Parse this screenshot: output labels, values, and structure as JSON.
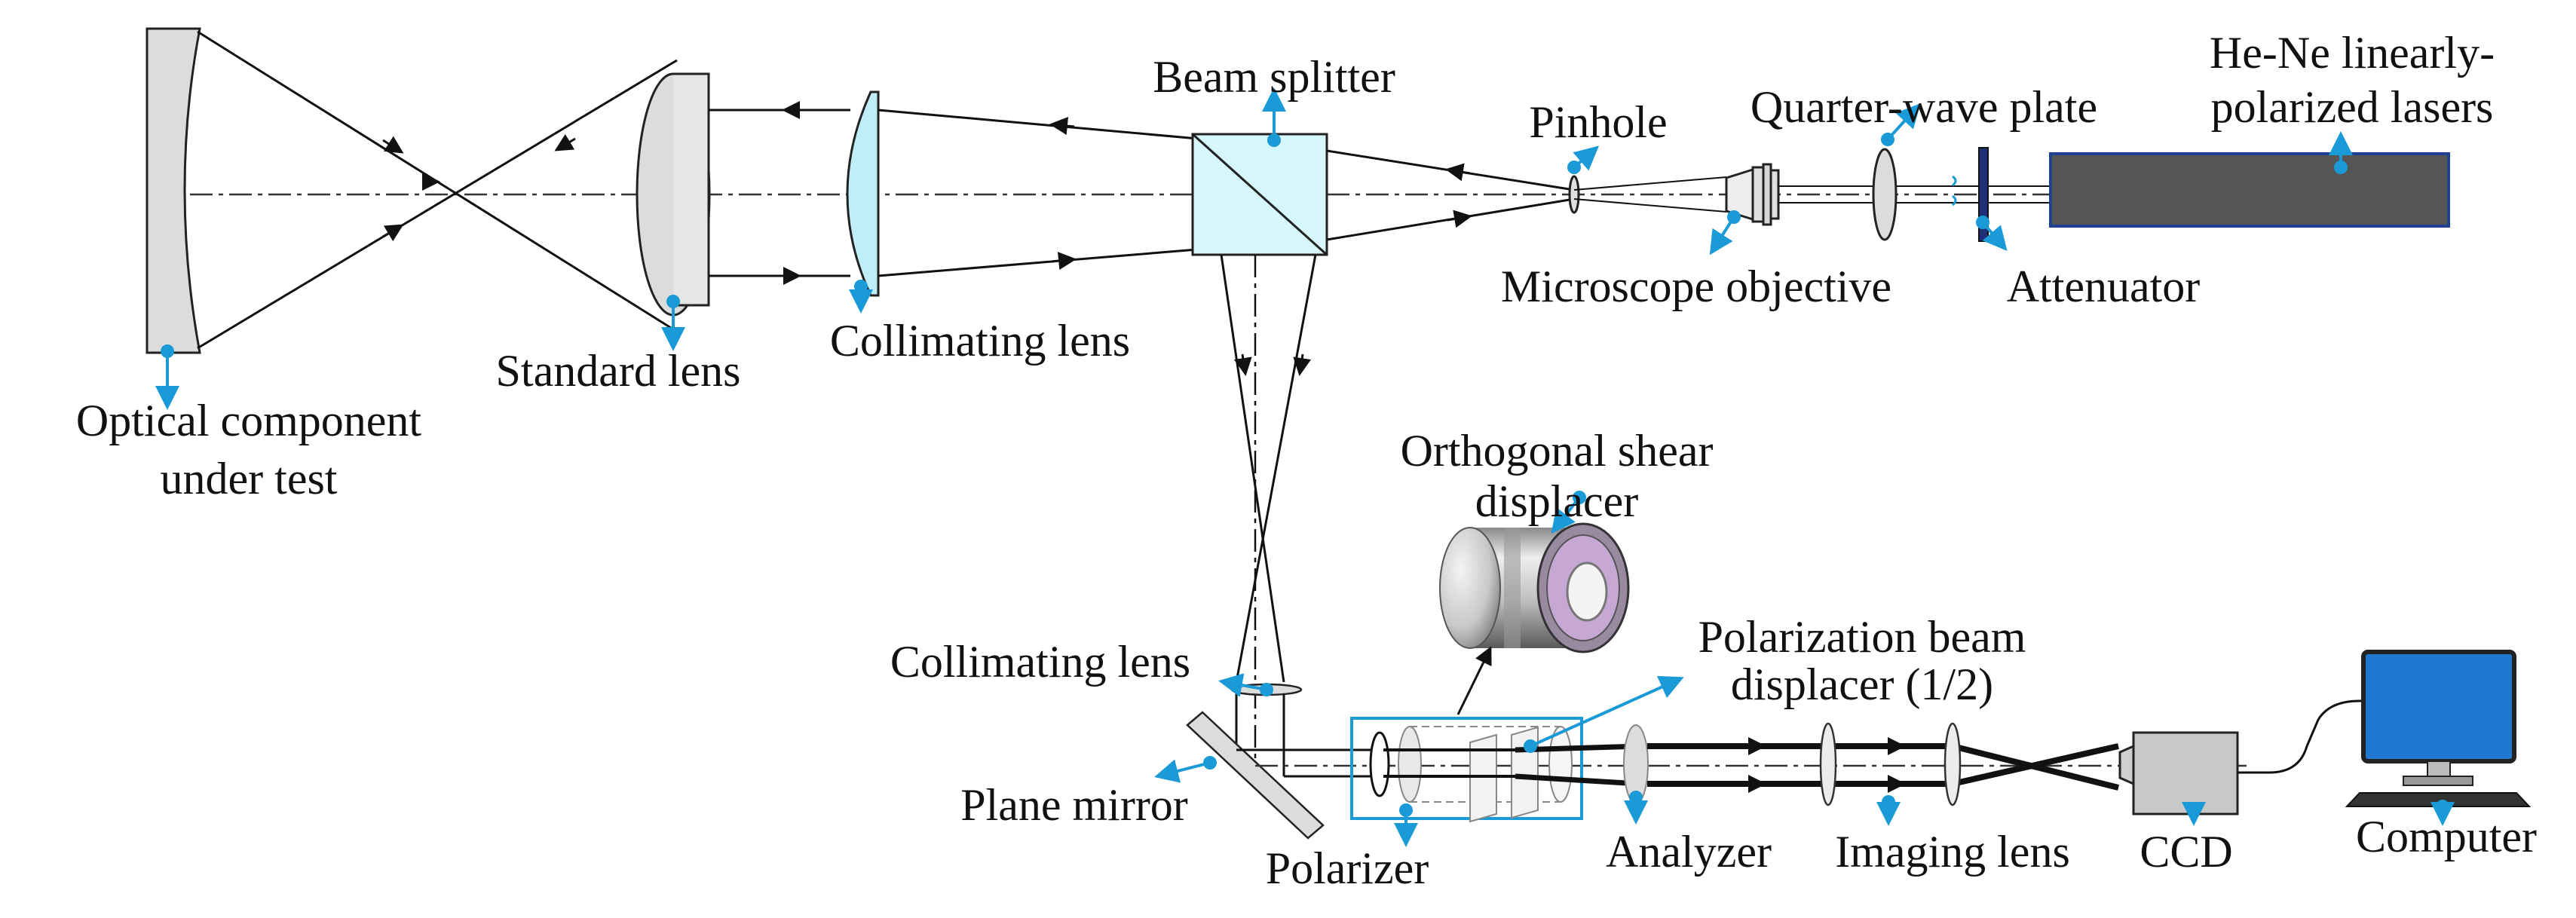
{
  "labels": {
    "optical_component_line1": "Optical component",
    "optical_component_line2": "under test",
    "standard_lens": "Standard lens",
    "collimating_lens_top": "Collimating lens",
    "beam_splitter": "Beam splitter",
    "pinhole": "Pinhole",
    "quarter_wave_plate": "Quarter-wave plate",
    "laser_line1": "He-Ne linearly-",
    "laser_line2": "polarized lasers",
    "microscope_objective": "Microscope objective",
    "attenuator": "Attenuator",
    "shear_displacer_line1": "Orthogonal shear",
    "shear_displacer_line2": "displacer",
    "pbd_line1": "Polarization beam",
    "pbd_line2": "displacer (1/2)",
    "collimating_lens_bottom": "Collimating lens",
    "plane_mirror": "Plane mirror",
    "polarizer": "Polarizer",
    "analyzer": "Analyzer",
    "imaging_lens": "Imaging lens",
    "ccd": "CCD",
    "computer": "Computer"
  },
  "colors": {
    "annotation": "#1a9ad6",
    "laser_body": "#555555",
    "beam_splitter_fill": "#d6f7fb",
    "collimating_lens_fill": "#bfeef9",
    "component_fill": "#dcdcdc",
    "monitor_screen": "#1f78d1"
  },
  "icons": {
    "computer": "desktop-computer-icon",
    "shear_displacer": "cylindrical-prism-assembly-icon"
  }
}
